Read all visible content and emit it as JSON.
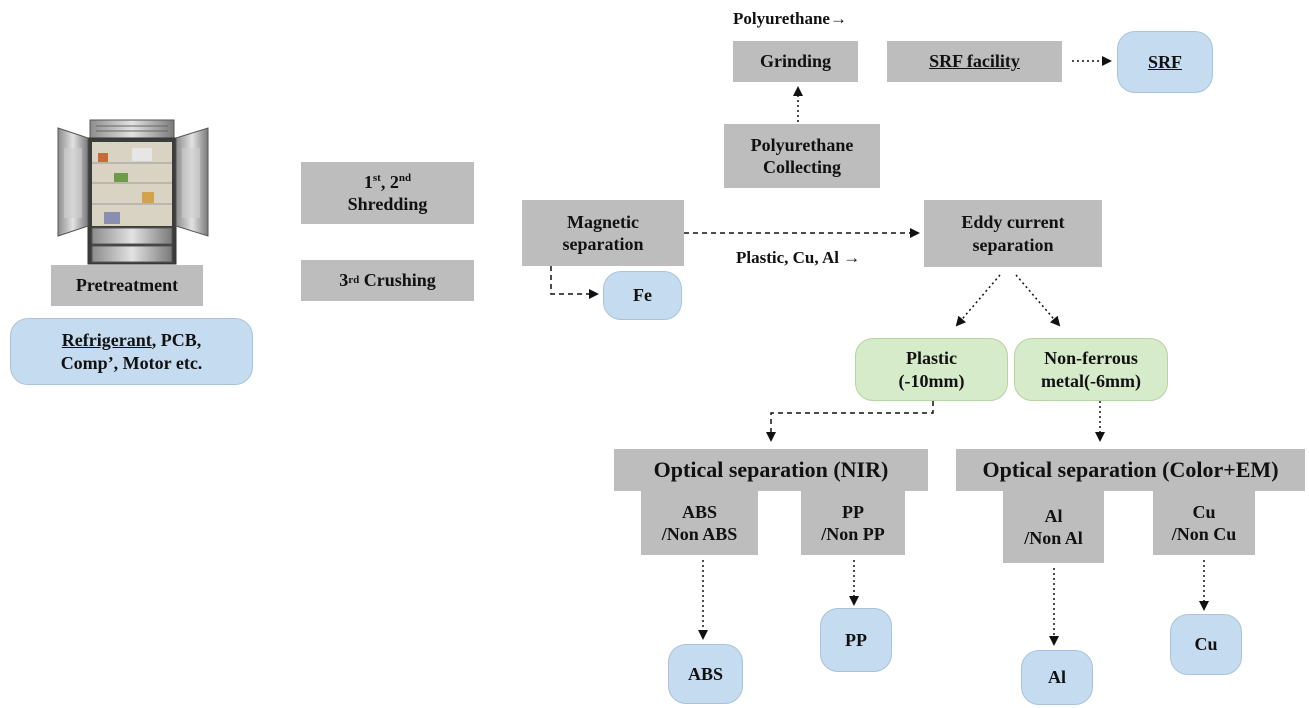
{
  "nodes": {
    "pretreatment": "Pretreatment",
    "pretreatment_items_line1_underlined": "Refrigerant",
    "pretreatment_items_line1_rest": ", PCB,",
    "pretreatment_items_line2": "Comp’, Motor etc.",
    "shredding_line1_a": "1",
    "shredding_line1_a_sup": "st",
    "shredding_line1_b": ", 2",
    "shredding_line1_b_sup": "nd",
    "shredding_line2": "Shredding",
    "crushing_num": "3",
    "crushing_sup": "rd",
    "crushing_text": " Crushing",
    "magnetic_line1": "Magnetic",
    "magnetic_line2": "separation",
    "fe": "Fe",
    "polyurethane_label": "Polyurethane→",
    "grinding": "Grinding",
    "pu_collecting_line1": "Polyurethane",
    "pu_collecting_line2": "Collecting",
    "srf_facility": "SRF facility",
    "srf": "SRF",
    "eddy_line1": "Eddy current",
    "eddy_line2": "separation",
    "plastic_cu_al_label": "Plastic, Cu, Al →",
    "plastic_line1": "Plastic",
    "plastic_line2": "(-10mm)",
    "nonferrous_line1": "Non-ferrous",
    "nonferrous_line2": "metal(-6mm)",
    "optical_nir": "Optical separation (NIR)",
    "optical_color": "Optical separation (Color+EM)",
    "abs_sep_line1": "ABS",
    "abs_sep_line2": "/Non ABS",
    "pp_sep_line1": "PP",
    "pp_sep_line2": "/Non PP",
    "al_sep_line1": "Al",
    "al_sep_line2": "/Non Al",
    "cu_sep_line1": "Cu",
    "cu_sep_line2": "/Non Cu",
    "abs": "ABS",
    "pp": "PP",
    "al": "Al",
    "cu": "Cu"
  },
  "colors": {
    "process_box": "#bdbdbd",
    "product_box": "#c5dcf0",
    "intermediate_box": "#d6ebc9"
  },
  "icons": {
    "refrigerator": "refrigerator-illustration"
  }
}
